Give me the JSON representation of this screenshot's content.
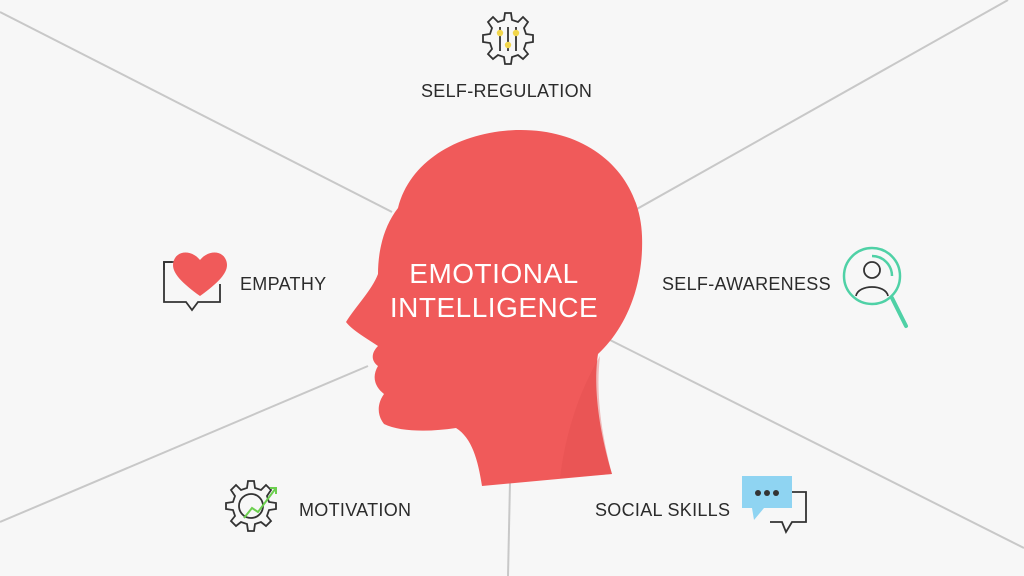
{
  "diagram": {
    "center": {
      "line1": "EMOTIONAL",
      "line2": "INTELLIGENCE",
      "color": "#f05a5a"
    },
    "topics": [
      {
        "key": "self_regulation",
        "label": "SELF-REGULATION",
        "icon": "gear-sliders-icon"
      },
      {
        "key": "empathy",
        "label": "EMPATHY",
        "icon": "heart-frame-icon"
      },
      {
        "key": "self_awareness",
        "label": "SELF-AWARENESS",
        "icon": "person-magnifier-icon"
      },
      {
        "key": "motivation",
        "label": "MOTIVATION",
        "icon": "gear-growth-icon"
      },
      {
        "key": "social_skills",
        "label": "SOCIAL SKILLS",
        "icon": "chat-bubbles-icon"
      }
    ],
    "colors": {
      "background": "#f7f7f7",
      "head": "#f05a5a",
      "line": "#c8c8c8",
      "icon_stroke": "#333333",
      "icon_yellow": "#f2d64b",
      "icon_teal": "#4fd1a6",
      "icon_green": "#6ccf4f",
      "icon_blue": "#8fd4f2"
    }
  }
}
